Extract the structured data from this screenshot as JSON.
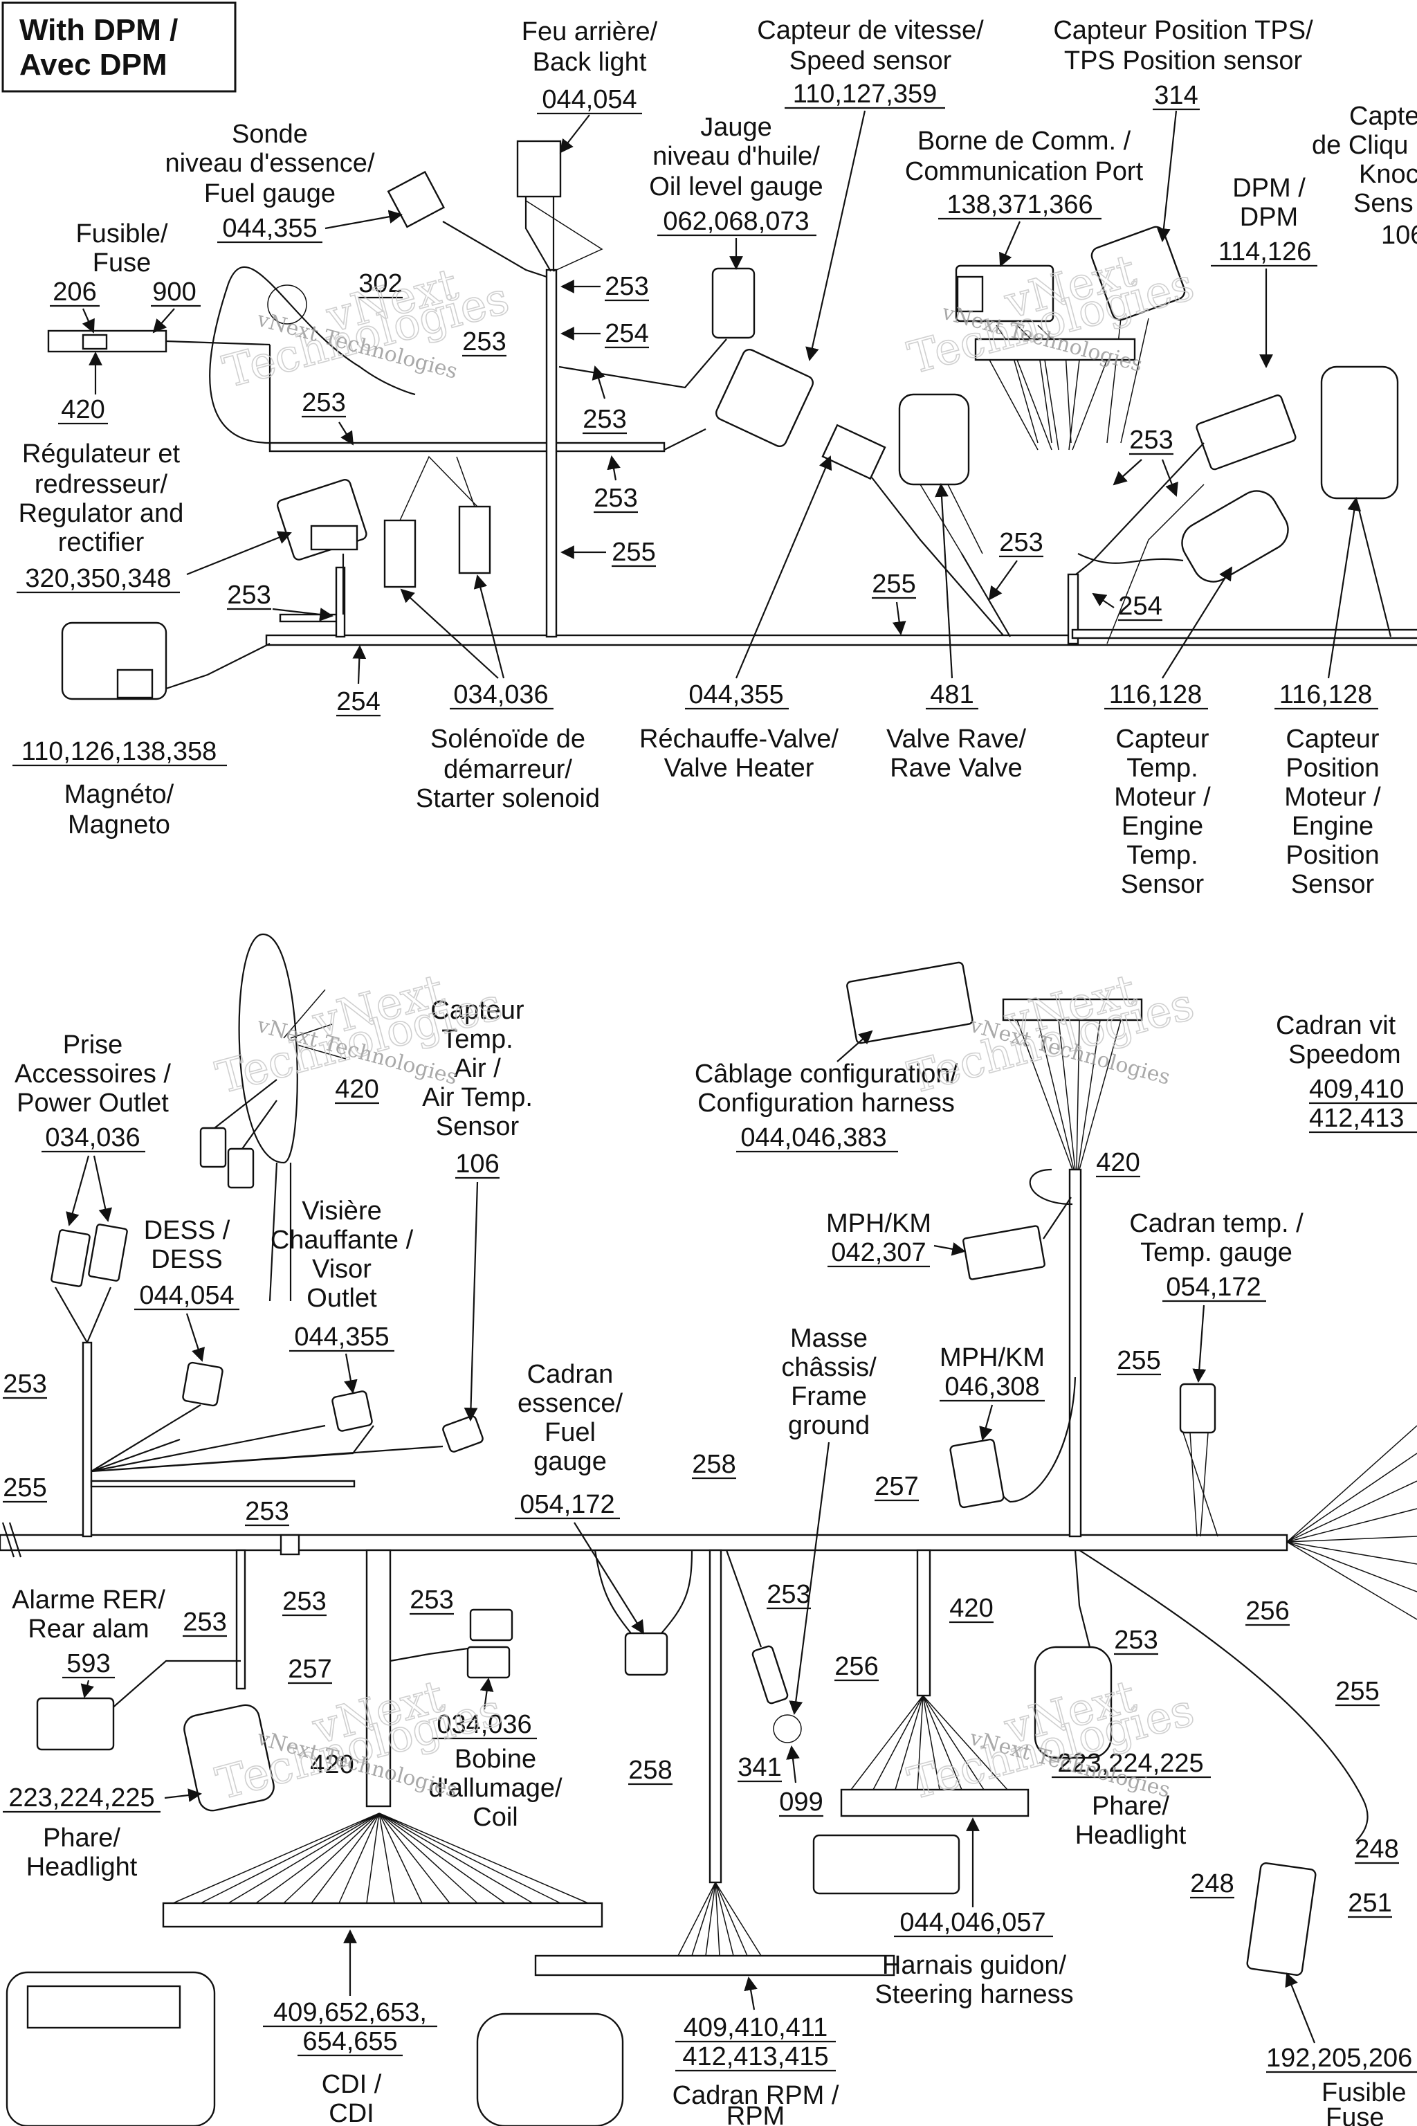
{
  "title": {
    "line1": "With DPM /",
    "line2": "Avec DPM"
  },
  "watermark": {
    "brand_a": "vNext",
    "brand_b": "Technologies",
    "small": "vNext Technologies"
  },
  "top": {
    "back_light": {
      "l1": "Feu arrière/",
      "l2": "Back light",
      "num": "044,054"
    },
    "speed_sensor": {
      "l1": "Capteur de vitesse/",
      "l2": "Speed sensor",
      "num": "110,127,359"
    },
    "tps": {
      "l1": "Capteur Position TPS/",
      "l2": "TPS Position sensor",
      "num": "314"
    },
    "knock": {
      "l1": "Capte",
      "l2": "de Cliqu",
      "l3": "Knoc",
      "l4": "Sens",
      "num": "106"
    },
    "fuel_gauge": {
      "l1": "Sonde",
      "l2": "niveau d'essence/",
      "l3": "Fuel gauge",
      "num": "044,355"
    },
    "oil_gauge": {
      "l1": "Jauge",
      "l2": "niveau d'huile/",
      "l3": "Oil level gauge",
      "num": "062,068,073"
    },
    "comm_port": {
      "l1": "Borne de Comm. /",
      "l2": "Communication Port",
      "num": "138,371,366"
    },
    "dpm": {
      "l1": "DPM /",
      "l2": "DPM",
      "num": "114,126"
    },
    "fuse": {
      "l1": "Fusible/",
      "l2": "Fuse",
      "n1": "206",
      "n2": "900",
      "n3": "420"
    },
    "regulator": {
      "l1": "Régulateur et",
      "l2": "redresseur/",
      "l3": "Regulator and",
      "l4": "rectifier",
      "num": "320,350,348"
    },
    "magneto": {
      "num": "110,126,138,358",
      "l1": "Magnéto/",
      "l2": "Magneto"
    },
    "starter": {
      "num": "034,036",
      "l1": "Solénoïde de",
      "l2": "démarreur/",
      "l3": "Starter solenoid"
    },
    "valve_heater": {
      "num": "044,355",
      "l1": "Réchauffe-Valve/",
      "l2": "Valve Heater"
    },
    "rave_valve": {
      "num": "481",
      "l1": "Valve Rave/",
      "l2": "Rave Valve"
    },
    "engine_temp": {
      "num": "116,128",
      "l1": "Capteur",
      "l2": "Temp.",
      "l3": "Moteur /",
      "l4": "Engine",
      "l5": "Temp.",
      "l6": "Sensor"
    },
    "engine_pos": {
      "num": "116,128",
      "l1": "Capteur",
      "l2": "Position",
      "l3": "Moteur /",
      "l4": "Engine",
      "l5": "Position",
      "l6": "Sensor"
    },
    "wires": {
      "w302": "302",
      "w253": "253",
      "w254": "254",
      "w255": "255"
    }
  },
  "bottom": {
    "power_outlet": {
      "l1": "Prise",
      "l2": "Accessoires /",
      "l3": "Power Outlet",
      "num": "034,036"
    },
    "air_temp": {
      "l1": "Capteur",
      "l2": "Temp.",
      "l3": "Air /",
      "l4": "Air Temp.",
      "l5": "Sensor",
      "num": "106"
    },
    "config": {
      "l1": "Câblage configuration/",
      "l2": "Configuration harness",
      "num": "044,046,383"
    },
    "speedo": {
      "l1": "Cadran vit",
      "l2": "Speedom",
      "n1": "409,410",
      "n2": "412,413"
    },
    "dess": {
      "l1": "DESS /",
      "l2": "DESS",
      "num": "044,054"
    },
    "visor": {
      "l1": "Visière",
      "l2": "Chauffante /",
      "l3": "Visor",
      "l4": "Outlet",
      "num": "044,355"
    },
    "mph1": {
      "l1": "MPH/KM",
      "num": "042,307"
    },
    "temp_gauge": {
      "l1": "Cadran temp. /",
      "l2": "Temp. gauge",
      "num": "054,172"
    },
    "fuel_gauge2": {
      "l1": "Cadran",
      "l2": "essence/",
      "l3": "Fuel",
      "l4": "gauge",
      "num": "054,172"
    },
    "frame_ground": {
      "l1": "Masse",
      "l2": "châssis/",
      "l3": "Frame",
      "l4": "ground"
    },
    "mph2": {
      "l1": "MPH/KM",
      "num": "046,308"
    },
    "rear_alarm": {
      "l1": "Alarme RER/",
      "l2": "Rear alam",
      "num": "593"
    },
    "headlight_l": {
      "num": "223,224,225",
      "l1": "Phare/",
      "l2": "Headlight"
    },
    "coil": {
      "num": "034,036",
      "l1": "Bobine",
      "l2": "d'allumage/",
      "l3": "Coil"
    },
    "ground_nums": {
      "n1": "341",
      "n2": "099"
    },
    "headlight_r": {
      "num": "223,224,225",
      "l1": "Phare/",
      "l2": "Headlight"
    },
    "steering": {
      "num": "044,046,057",
      "l1": "Harnais guidon/",
      "l2": "Steering harness"
    },
    "cdi": {
      "n1": "409,652,653,",
      "n2": "654,655",
      "l1": "CDI /",
      "l2": "CDI"
    },
    "rpm": {
      "n1": "409,410,411",
      "n2": "412,413,415",
      "l1": "Cadran RPM /",
      "l2": "RPM"
    },
    "fuse_r": {
      "num": "192,205,206",
      "l1": "Fusible",
      "l2": "Fuse"
    },
    "wires": {
      "w420": "420",
      "w253": "253",
      "w255": "255",
      "w256": "256",
      "w257": "257",
      "w258": "258",
      "w248": "248",
      "w251": "251"
    }
  }
}
